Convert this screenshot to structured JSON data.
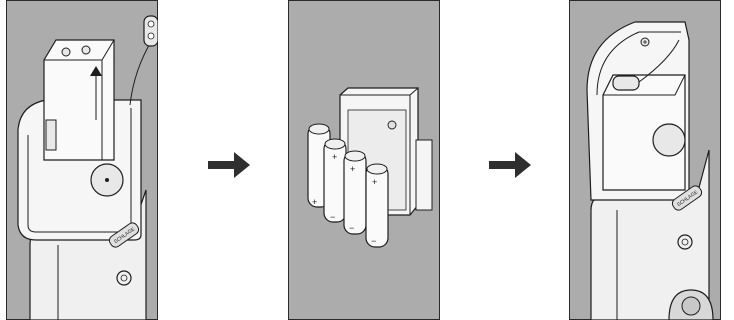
{
  "diagram": {
    "steps": [
      {
        "id": "remove-battery-pack",
        "depicts": "lock interior, battery pack being lifted upward"
      },
      {
        "id": "insert-batteries",
        "depicts": "four AA batteries beside open battery holder"
      },
      {
        "id": "reinstall-battery-pack",
        "depicts": "battery pack reinstalled and connected"
      }
    ],
    "brand_mark": "SCHLAGE",
    "colors": {
      "background_gray": "#acacac",
      "panel_border": "#2a2a2a",
      "device_fill": "#f4f4f4",
      "arrow": "#2f2f2f",
      "line": "#1e1e1e"
    },
    "arrow_icon": "right-arrow-icon"
  }
}
